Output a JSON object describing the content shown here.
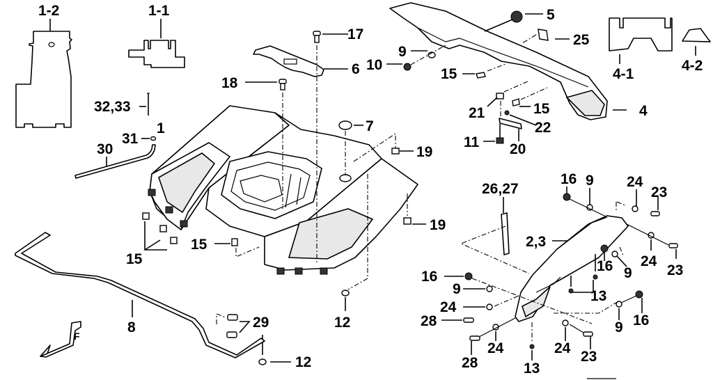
{
  "diagram": {
    "title": "Rear Fender / Rear Carrier Exploded Parts Diagram",
    "direction_indicator": "F",
    "callouts": [
      {
        "id": "c-1-2",
        "label": "1-2",
        "part": "rear fender inner panel (left)"
      },
      {
        "id": "c-1-1",
        "label": "1-1",
        "part": "rear fender bracket plate"
      },
      {
        "id": "c-32-33",
        "label": "32,33",
        "part": "wire / cable tie"
      },
      {
        "id": "c-1",
        "label": "1",
        "part": "rear fender"
      },
      {
        "id": "c-31",
        "label": "31",
        "part": "clip"
      },
      {
        "id": "c-30",
        "label": "30",
        "part": "rod"
      },
      {
        "id": "c-15a",
        "label": "15",
        "part": "speed nut (group of 3)"
      },
      {
        "id": "c-15b",
        "label": "15",
        "part": "speed nut"
      },
      {
        "id": "c-8",
        "label": "8",
        "part": "mud flap stay / bar"
      },
      {
        "id": "c-29",
        "label": "29",
        "part": "bolts"
      },
      {
        "id": "c-12a",
        "label": "12",
        "part": "screw"
      },
      {
        "id": "c-12b",
        "label": "12",
        "part": "screw"
      },
      {
        "id": "c-17",
        "label": "17",
        "part": "bolt"
      },
      {
        "id": "c-6",
        "label": "6",
        "part": "bracket"
      },
      {
        "id": "c-18",
        "label": "18",
        "part": "bolt"
      },
      {
        "id": "c-7",
        "label": "7",
        "part": "cap"
      },
      {
        "id": "c-19a",
        "label": "19",
        "part": "bolt"
      },
      {
        "id": "c-19b",
        "label": "19",
        "part": "bolt"
      },
      {
        "id": "c-9a",
        "label": "9",
        "part": "washer"
      },
      {
        "id": "c-10",
        "label": "10",
        "part": "nut"
      },
      {
        "id": "c-5",
        "label": "5",
        "part": "grommet"
      },
      {
        "id": "c-25",
        "label": "25",
        "part": "clip"
      },
      {
        "id": "c-15c",
        "label": "15",
        "part": "speed nut"
      },
      {
        "id": "c-21",
        "label": "21",
        "part": "cushion"
      },
      {
        "id": "c-15d",
        "label": "15",
        "part": "speed nut"
      },
      {
        "id": "c-22",
        "label": "22",
        "part": "screw"
      },
      {
        "id": "c-11",
        "label": "11",
        "part": "bolt"
      },
      {
        "id": "c-20",
        "label": "20",
        "part": "stay"
      },
      {
        "id": "c-4",
        "label": "4",
        "part": "rear carrier cover"
      },
      {
        "id": "c-4-1",
        "label": "4-1",
        "part": "carrier pad"
      },
      {
        "id": "c-4-2",
        "label": "4-2",
        "part": "cap"
      },
      {
        "id": "c-26-27",
        "label": "26,27",
        "part": "rod"
      },
      {
        "id": "c-16a",
        "label": "16",
        "part": "nut"
      },
      {
        "id": "c-9b",
        "label": "9",
        "part": "washer"
      },
      {
        "id": "c-24a",
        "label": "24",
        "part": "washer"
      },
      {
        "id": "c-23a",
        "label": "23",
        "part": "bolt"
      },
      {
        "id": "c-2-3",
        "label": "2,3",
        "part": "side step bracket"
      },
      {
        "id": "c-24b",
        "label": "24",
        "part": "washer"
      },
      {
        "id": "c-23b",
        "label": "23",
        "part": "bolt"
      },
      {
        "id": "c-16b",
        "label": "16",
        "part": "nut"
      },
      {
        "id": "c-9c",
        "label": "9",
        "part": "washer"
      },
      {
        "id": "c-13a",
        "label": "13",
        "part": "screw"
      },
      {
        "id": "c-16c",
        "label": "16",
        "part": "nut"
      },
      {
        "id": "c-9d",
        "label": "9",
        "part": "washer"
      },
      {
        "id": "c-24c",
        "label": "24",
        "part": "washer"
      },
      {
        "id": "c-28a",
        "label": "28",
        "part": "bolt"
      },
      {
        "id": "c-9e",
        "label": "9",
        "part": "washer"
      },
      {
        "id": "c-16d",
        "label": "16",
        "part": "nut"
      },
      {
        "id": "c-28b",
        "label": "28",
        "part": "bolt"
      },
      {
        "id": "c-24d",
        "label": "24",
        "part": "washer"
      },
      {
        "id": "c-13b",
        "label": "13",
        "part": "screw"
      },
      {
        "id": "c-24e",
        "label": "24",
        "part": "washer"
      },
      {
        "id": "c-23c",
        "label": "23",
        "part": "bolt"
      }
    ]
  }
}
